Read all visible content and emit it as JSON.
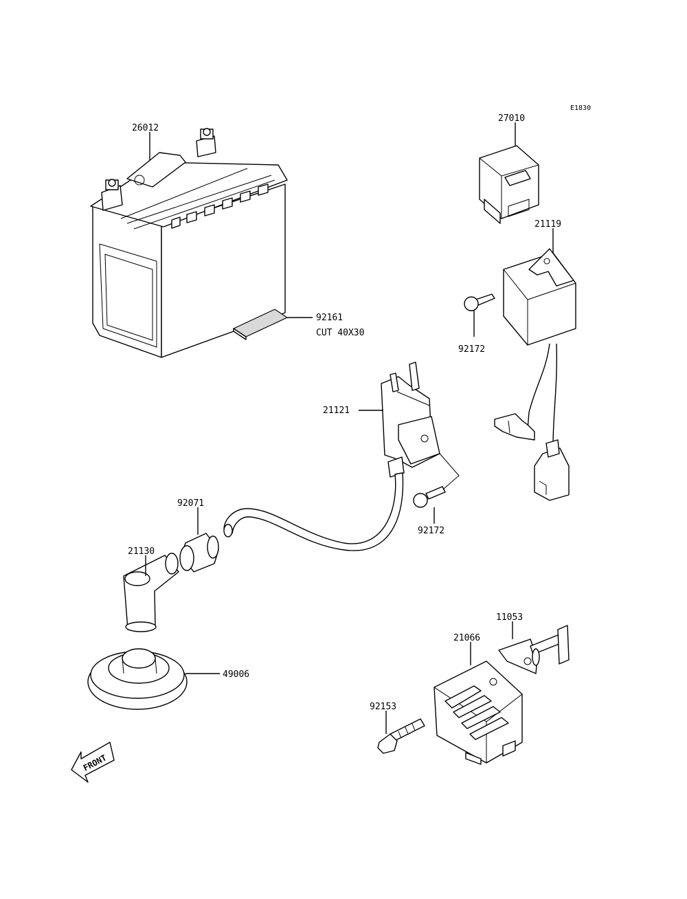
{
  "diagram_code": "E1830",
  "front_label": "FRONT",
  "parts": {
    "battery": {
      "number": "26012"
    },
    "battery_pad": {
      "number": "92161",
      "note": "CUT 40X30"
    },
    "relay": {
      "number": "27010"
    },
    "cdi_unit": {
      "number": "21119"
    },
    "cdi_screw": {
      "number": "92172"
    },
    "ignition_coil": {
      "number": "21121"
    },
    "coil_screw": {
      "number": "92172"
    },
    "seal": {
      "number": "92071"
    },
    "plug_cap": {
      "number": "21130"
    },
    "grommet": {
      "number": "49006"
    },
    "bracket": {
      "number": "11053"
    },
    "regulator": {
      "number": "21066"
    },
    "regulator_bolt": {
      "number": "92153"
    }
  }
}
